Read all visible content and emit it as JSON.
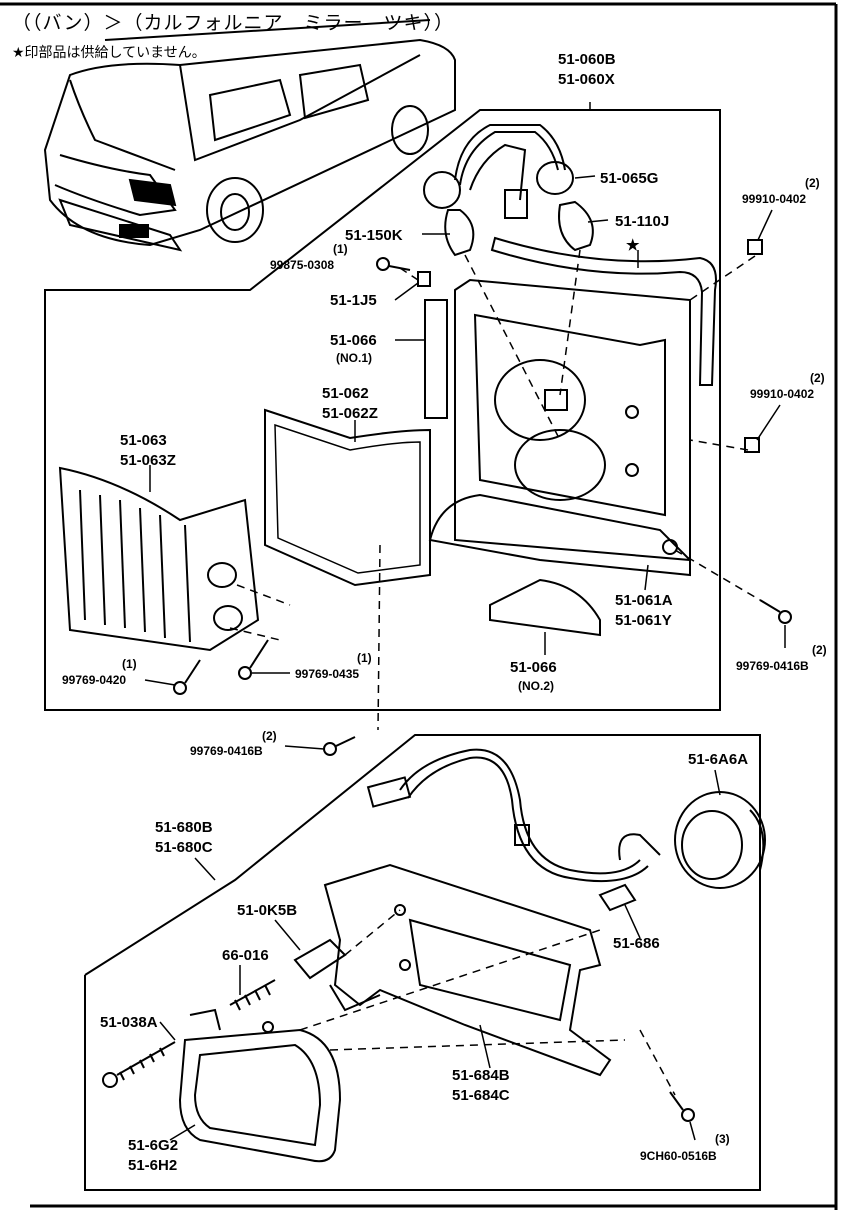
{
  "header": {
    "title": "（（バン）＞（カルフォルニア　ミラー　ツキ））",
    "note": "★印部品は供給していません。"
  },
  "labels": {
    "p51_060B": "51-060B",
    "p51_060X": "51-060X",
    "p51_065G": "51-065G",
    "p51_150K": "51-150K",
    "p51_110J": "51-110J",
    "star": "★",
    "q99875": "(1)",
    "p99875": "99875-0308",
    "p51_1J5": "51-1J5",
    "p51_066a": "51-066",
    "no1": "(NO.1)",
    "p51_062": "51-062",
    "p51_062Z": "51-062Z",
    "p51_063": "51-063",
    "p51_063Z": "51-063Z",
    "q99910a": "(2)",
    "p99910a": "99910-0402",
    "q99910b": "(2)",
    "p99910b": "99910-0402",
    "p51_061A": "51-061A",
    "p51_061Y": "51-061Y",
    "p51_066b": "51-066",
    "no2": "(NO.2)",
    "q99769_0420": "(1)",
    "p99769_0420": "99769-0420",
    "q99769_0435": "(1)",
    "p99769_0435": "99769-0435",
    "q99769_0416Ba": "(2)",
    "p99769_0416Ba": "99769-0416B",
    "q99769_0416Bb": "(2)",
    "p99769_0416Bb": "99769-0416B",
    "p51_6A6A": "51-6A6A",
    "p51_680B": "51-680B",
    "p51_680C": "51-680C",
    "p51_0K5B": "51-0K5B",
    "p66_016": "66-016",
    "p51_686": "51-686",
    "p51_038A": "51-038A",
    "p51_684B": "51-684B",
    "p51_684C": "51-684C",
    "p51_6G2": "51-6G2",
    "p51_6H2": "51-6H2",
    "q9CH60": "(3)",
    "p9CH60": "9CH60-0516B"
  }
}
